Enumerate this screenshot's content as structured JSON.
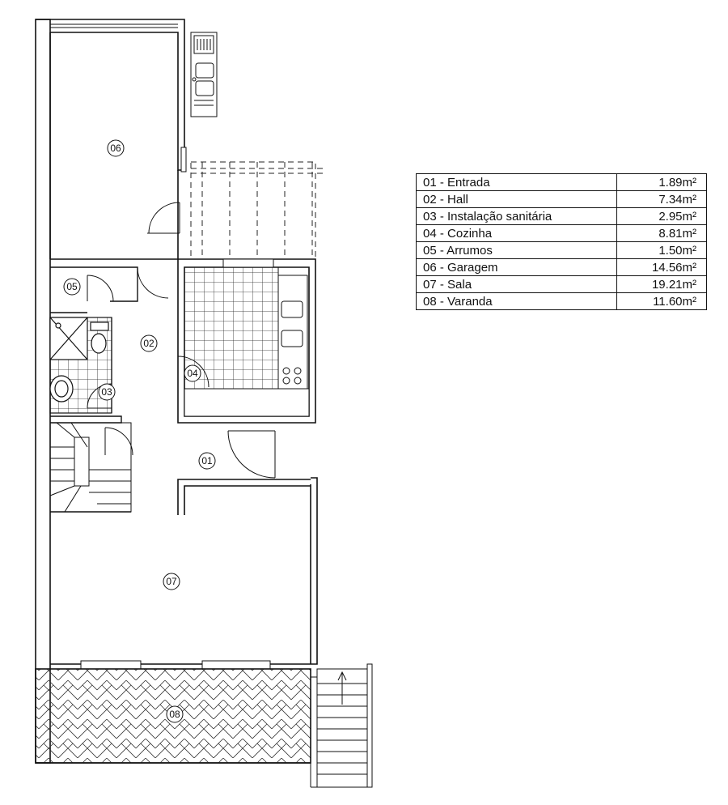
{
  "rooms": {
    "r01": "01",
    "r02": "02",
    "r03": "03",
    "r04": "04",
    "r05": "05",
    "r06": "06",
    "r07": "07",
    "r08": "08"
  },
  "area_table": [
    {
      "room": "01 - Entrada",
      "area": "1.89m²"
    },
    {
      "room": "02 - Hall",
      "area": "7.34m²"
    },
    {
      "room": "03 - Instalação sanitária",
      "area": "2.95m²"
    },
    {
      "room": "04 - Cozinha",
      "area": "8.81m²"
    },
    {
      "room": "05 - Arrumos",
      "area": "1.50m²"
    },
    {
      "room": "06 - Garagem",
      "area": "14.56m²"
    },
    {
      "room": "07 - Sala",
      "area": "19.21m²"
    },
    {
      "room": "08 - Varanda",
      "area": "11.60m²"
    }
  ]
}
